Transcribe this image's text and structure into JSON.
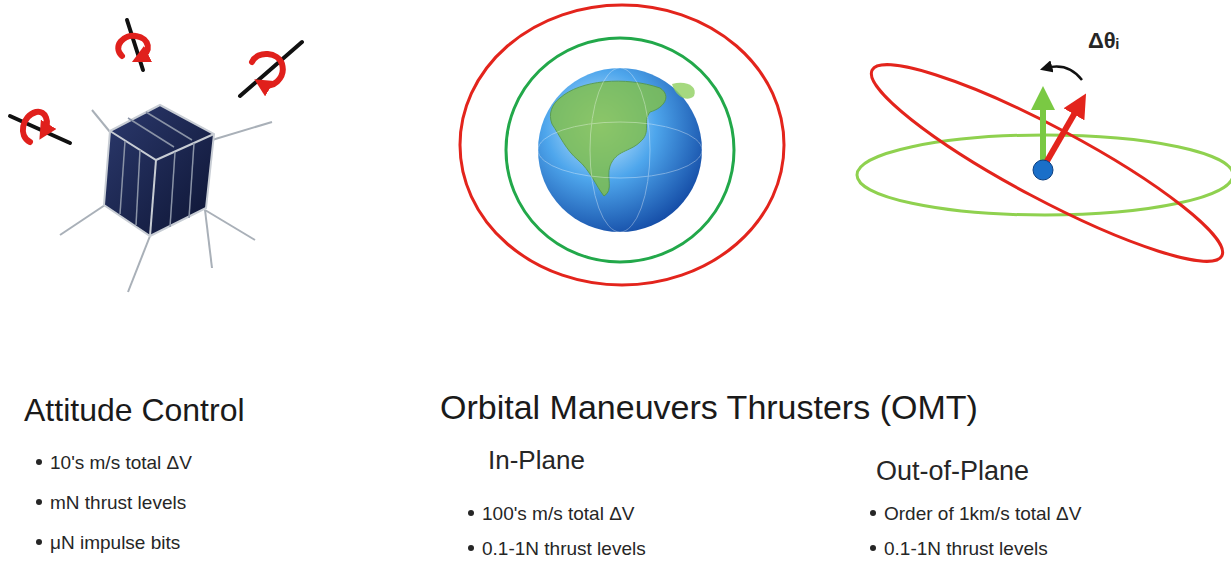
{
  "diagram": {
    "labels": [
      "Attitude Control",
      "10's m/s total ΔV",
      "mN thrust levels",
      "μN impulse bits",
      "Orbital Maneuvers Thrusters (OMT)",
      "In-Plane",
      "100's m/s total ΔV",
      "0.1-1N thrust levels",
      "Out-of-Plane",
      "Order of 1km/s total ΔV",
      "0.1-1N thrust levels",
      "Δθᵢ"
    ]
  }
}
